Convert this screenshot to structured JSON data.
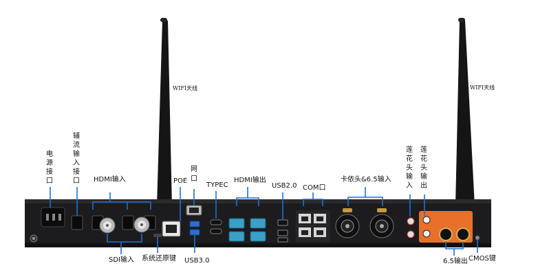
{
  "labels": {
    "wifi_left": "WIFI天线",
    "wifi_right": "WIFI天线",
    "power": [
      "电",
      "源",
      "接",
      "口"
    ],
    "aux": [
      "辅",
      "流",
      "输",
      "入",
      "接",
      "口"
    ],
    "hdmi_in": "HDMI输入",
    "poe": "POE",
    "net": [
      "网",
      "口"
    ],
    "typec": "TYPEC",
    "hdmi_out": "HDMI输出",
    "usb20": "USB2.0",
    "com": "COM口",
    "xlr": "卡侬头&6.5输入",
    "rca_in": [
      "莲",
      "花",
      "头",
      "输",
      "入"
    ],
    "rca_out": [
      "莲",
      "花",
      "头",
      "输",
      "出"
    ],
    "sdi_in": "SDI输入",
    "restore": "系统还原键",
    "usb30": "USB3.0",
    "out65": "6.5输出",
    "cmos": "CMOS键"
  },
  "colors": {
    "bracket": "#1f6fd1",
    "panel": "#1c1c1e",
    "hdmi_out_port": "#3aa0c8",
    "usb3_port": "#2d6fd1",
    "rca_orange": "#e8702a"
  }
}
